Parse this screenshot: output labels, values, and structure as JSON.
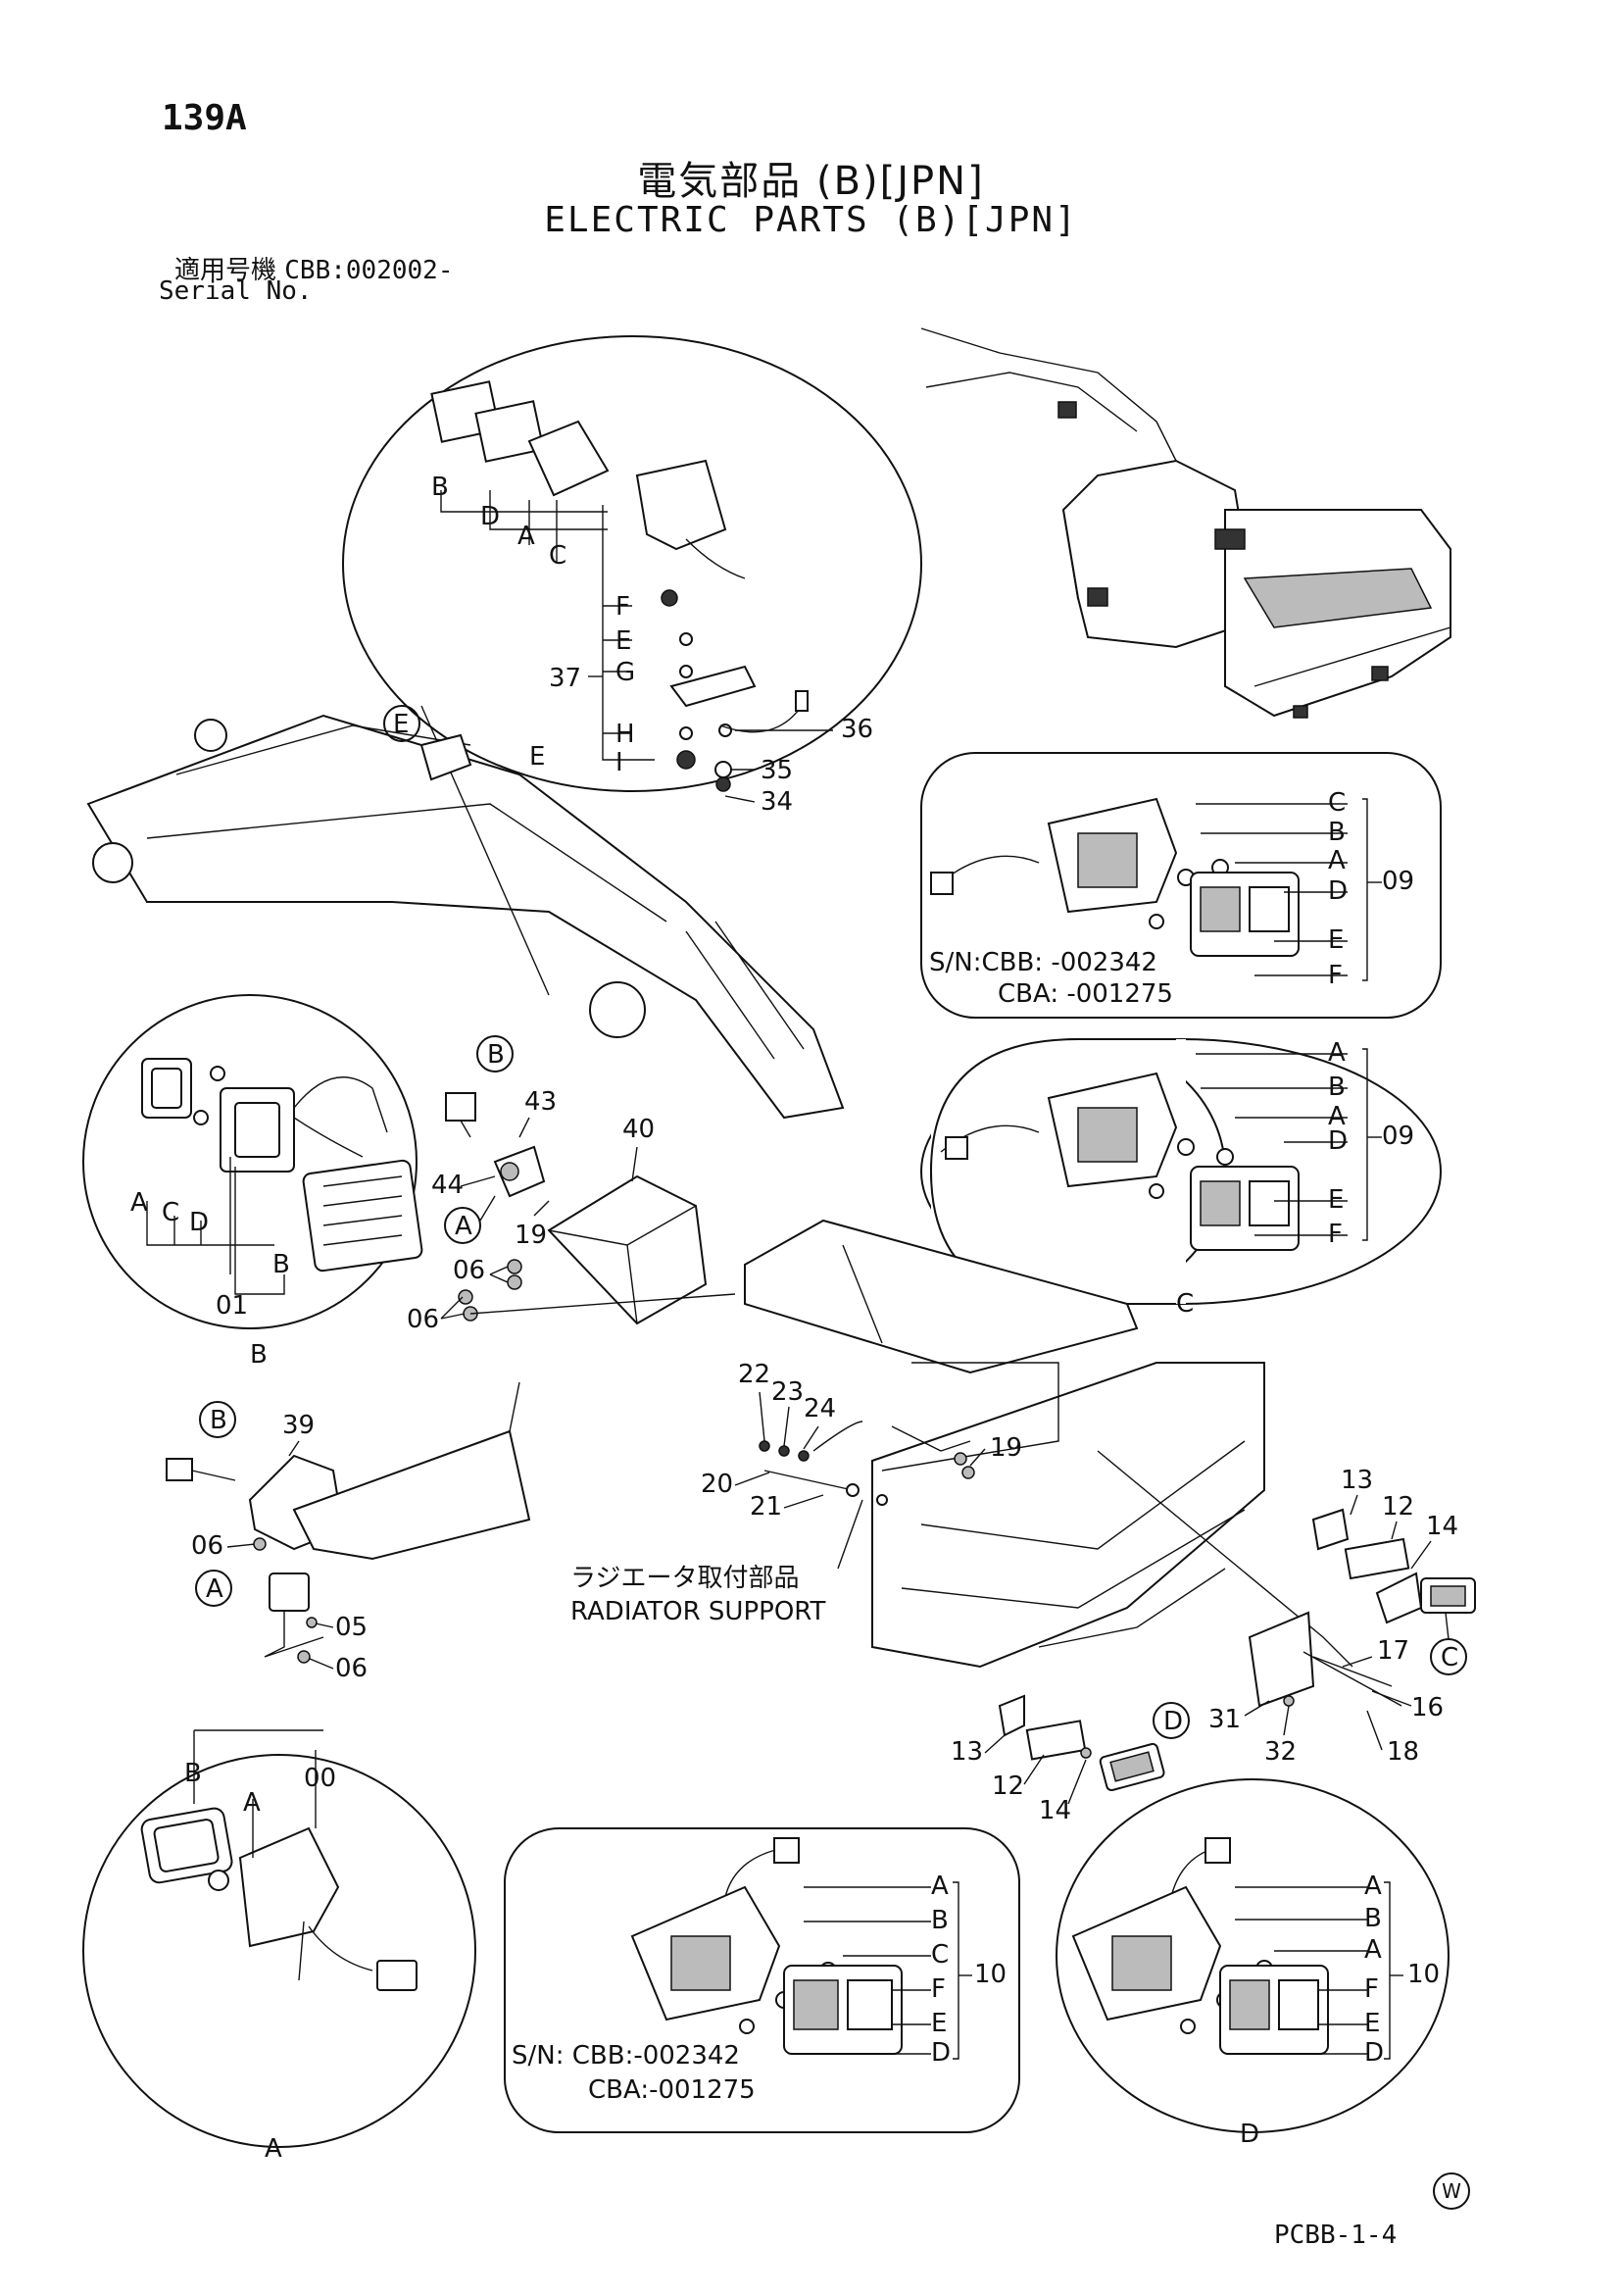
{
  "header": {
    "page_number": "139A",
    "title_ja": "電気部品 (B)[JPN]",
    "title_en": "ELECTRIC PARTS (B)[JPN]",
    "serial_label_ja": "適用号機",
    "serial_value": "CBB:002002-",
    "serial_label_en": "Serial No."
  },
  "footer": {
    "drawing_code": "PCBB-1-4",
    "watermark": "W"
  },
  "detail_E": {
    "caption": "E",
    "labels": [
      "B",
      "D",
      "A",
      "C",
      "F",
      "E",
      "G",
      "H",
      "I"
    ],
    "group": "37",
    "callouts": [
      "36",
      "35",
      "34"
    ]
  },
  "detail_top_right": {
    "labels": [
      "C",
      "B",
      "A",
      "D",
      "E",
      "F"
    ],
    "group": "09",
    "sn_line1": "S/N:CBB: -002342",
    "sn_line2": "CBA: -001275"
  },
  "detail_C": {
    "caption": "C",
    "labels": [
      "A",
      "B",
      "A",
      "D",
      "E",
      "F"
    ],
    "group": "09"
  },
  "detail_B": {
    "caption": "B",
    "labels": [
      "A",
      "C",
      "D",
      "B"
    ],
    "group": "01"
  },
  "detail_A": {
    "caption": "A",
    "labels": [
      "B",
      "A"
    ],
    "group": "00"
  },
  "detail_bottom_mid": {
    "labels": [
      "A",
      "B",
      "C",
      "F",
      "E",
      "D"
    ],
    "group": "10",
    "sn_line1": "S/N: CBB:-002342",
    "sn_line2": "CBA:-001275"
  },
  "detail_D": {
    "caption": "D",
    "labels": [
      "A",
      "B",
      "A",
      "F",
      "E",
      "D"
    ],
    "group": "10"
  },
  "callouts": {
    "boom_ref_E": "E",
    "ref_B1": "B",
    "n43": "43",
    "n40": "40",
    "n44": "44",
    "ref_A1": "A",
    "n19a": "19",
    "n06a": "06",
    "n06b": "06",
    "ref_B2": "B",
    "n39": "39",
    "n06c": "06",
    "ref_A2": "A",
    "n05": "05",
    "n06d": "06",
    "n22": "22",
    "n23": "23",
    "n24": "24",
    "n19b": "19",
    "n20": "20",
    "n21": "21",
    "radiator_ja": "ラジエータ取付部品",
    "radiator_en": "RADIATOR SUPPORT",
    "n13a": "13",
    "n12a": "12",
    "n14a": "14",
    "ref_C": "C",
    "n17": "17",
    "n16": "16",
    "n31": "31",
    "n32": "32",
    "n18": "18",
    "n13b": "13",
    "n12b": "12",
    "n14b": "14",
    "ref_D": "D"
  }
}
